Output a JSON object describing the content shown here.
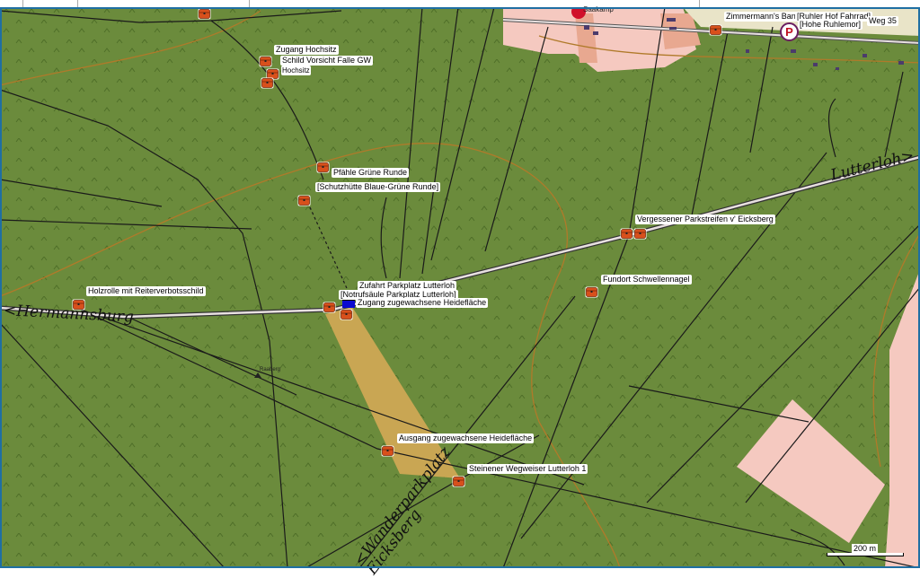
{
  "map": {
    "colors": {
      "forest": "#6b8b3c",
      "road": "#e8e0e0",
      "settlement": "#f5c9c0",
      "heath": "#c9a653",
      "track": "#1a1a1a",
      "contour": "#b07a2a",
      "frame": "#1f6fa3",
      "chest": "#d8501c"
    },
    "road_names": [
      "<Hermannsburg",
      "Lutterloh>",
      "<Wanderparkplatz",
      "Eicksberg"
    ],
    "place_labels": [
      "Saakamp",
      "Raaberg"
    ],
    "waypoints": [
      "Zugang Hochsitz",
      "Schild Vorsicht Falle GW",
      "Hochsitz",
      "Pfähle Grüne Runde",
      "[Schutzhütte Blaue-Grüne Runde]",
      "Vergessener Parkstreifen v' Eicksberg",
      "Fundort Schwellennagel",
      "Holzrolle mit Reiterverbotsschild",
      "Zufahrt Parkplatz Lutterloh",
      "[Notrufsäule Parkplatz Lutterloh]",
      "Zugang zugewachsene Heidefläche",
      "Ausgang zugewachsene Heidefläche",
      "Steinener Wegweiser Lutterloh 1",
      "Zimmermann's Bank",
      "[Ruhler Hof Fahrrad]",
      "[Hohe Ruhlemor]",
      "Weg 35"
    ],
    "parking_symbol": "P",
    "scale": "200 m"
  }
}
